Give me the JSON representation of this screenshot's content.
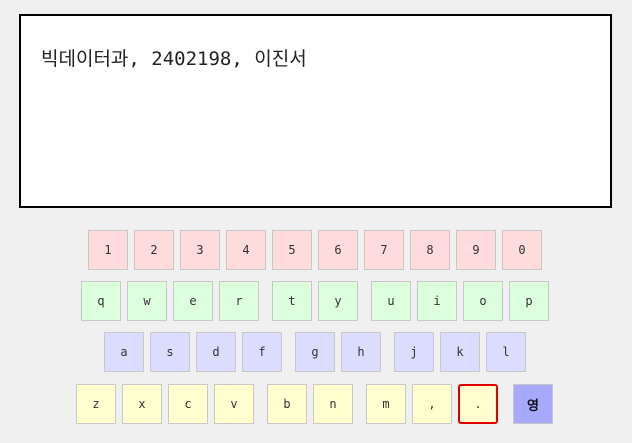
{
  "display": {
    "text": "빅데이터과, 2402198, 이진서"
  },
  "keyboard": {
    "number_row": [
      "1",
      "2",
      "3",
      "4",
      "5",
      "6",
      "7",
      "8",
      "9",
      "0"
    ],
    "top_row": [
      "q",
      "w",
      "e",
      "r",
      "t",
      "y",
      "u",
      "i",
      "o",
      "p"
    ],
    "middle_row": [
      "a",
      "s",
      "d",
      "f",
      "g",
      "h",
      "j",
      "k",
      "l"
    ],
    "bottom_row": [
      "z",
      "x",
      "c",
      "v",
      "b",
      "n",
      "m",
      ",",
      "."
    ],
    "lang_key": "영",
    "selected_key": "."
  },
  "colors": {
    "number_row": "#ffdcdc",
    "top_row": "#dcffdc",
    "middle_row": "#dcdcff",
    "bottom_row": "#ffffd0",
    "lang_key": "#a8a8ff",
    "selected_border": "#e00000"
  }
}
